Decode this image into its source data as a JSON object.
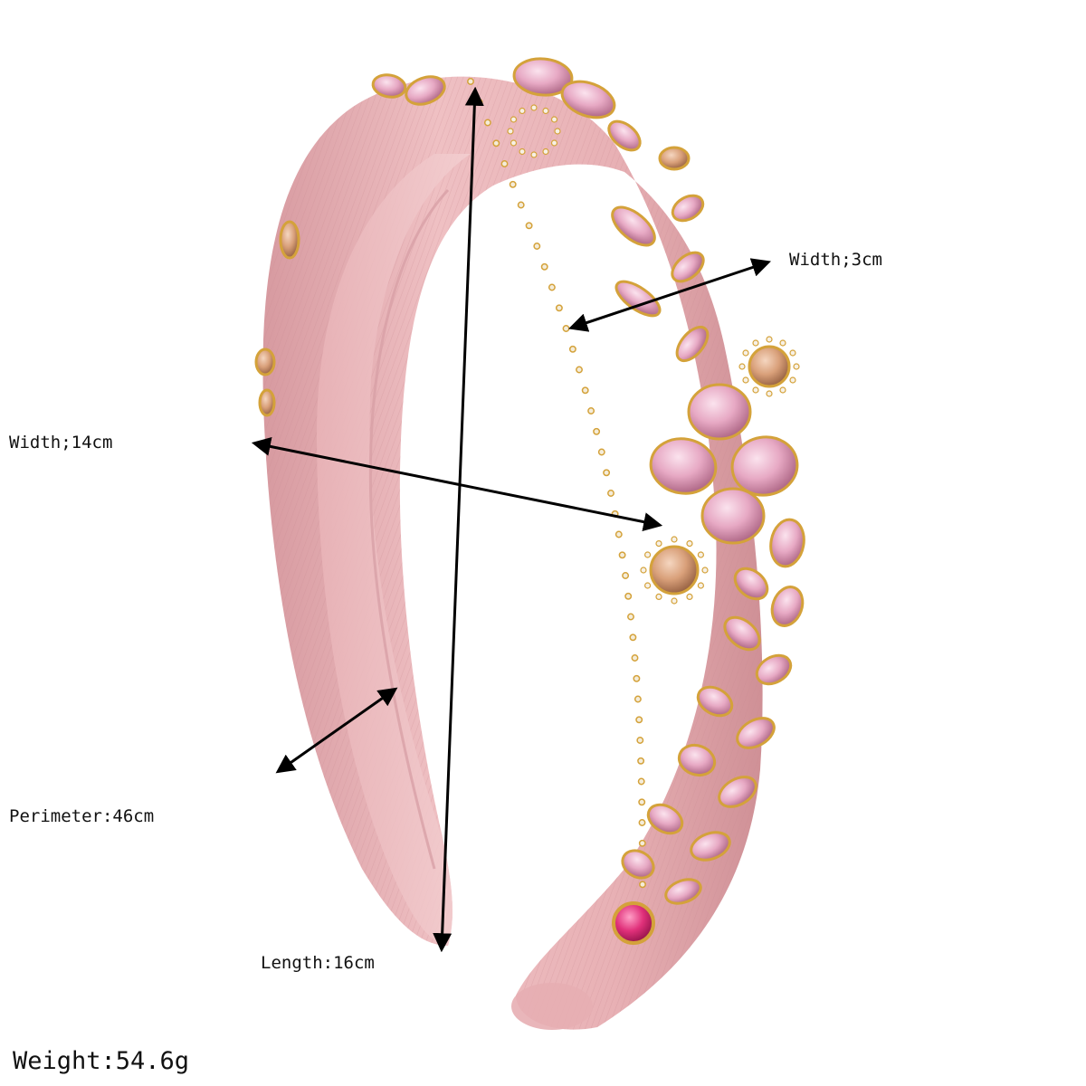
{
  "product": {
    "band_color": "#e9b3b6",
    "band_shadow": "#c98c92",
    "jewel_pink": "#e7a9c4",
    "jewel_peach": "#d9a07a",
    "jewel_hot_pink": "#e0307a",
    "metal_gold": "#d4a23a"
  },
  "measurements": {
    "band_width": "Width;3cm",
    "width": "Width;14cm",
    "perimeter": "Perimeter:46cm",
    "length": "Length:16cm",
    "weight": "Weight:54.6g"
  },
  "arrow_color": "#000000"
}
